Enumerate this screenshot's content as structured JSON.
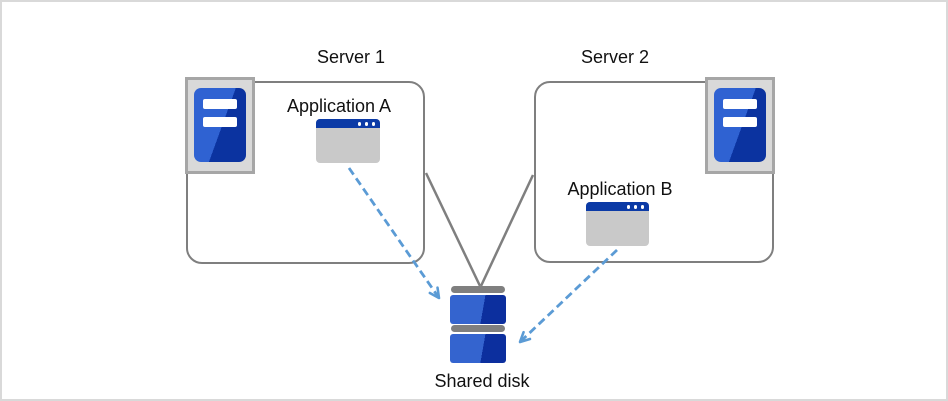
{
  "diagram": {
    "type": "architecture-diagram",
    "description": "Two servers accessing one shared disk",
    "nodes": {
      "server1": {
        "label": "Server 1"
      },
      "server2": {
        "label": "Server 2"
      },
      "application_a": {
        "label": "Application A"
      },
      "application_b": {
        "label": "Application B"
      },
      "shared_disk": {
        "label": "Shared disk"
      }
    },
    "edges": [
      {
        "from": "server1",
        "to": "shared_disk",
        "style": "solid-gray-line"
      },
      {
        "from": "server2",
        "to": "shared_disk",
        "style": "solid-gray-line"
      },
      {
        "from": "application_a",
        "to": "shared_disk",
        "style": "dashed-blue-arrow"
      },
      {
        "from": "application_b",
        "to": "shared_disk",
        "style": "dashed-blue-arrow"
      }
    ],
    "icons": {
      "server1": "server-tower-icon",
      "server2": "server-tower-icon",
      "application_a": "app-window-icon",
      "application_b": "app-window-icon",
      "shared_disk": "disk-stack-icon"
    },
    "colors": {
      "canvas_border": "#d9d9d9",
      "box_border": "#7f7f7f",
      "icon_frame_fill": "#d9d9d9",
      "icon_frame_border": "#a6a6a6",
      "blue_light": "#2f62d2",
      "blue_dark": "#0b33a0",
      "titlebar_blue": "#0b3aa6",
      "window_body_gray": "#c9c9c9",
      "disk_bar_gray": "#7f7f7f",
      "arrow_blue": "#5b9bd5",
      "text": "#111111"
    }
  }
}
